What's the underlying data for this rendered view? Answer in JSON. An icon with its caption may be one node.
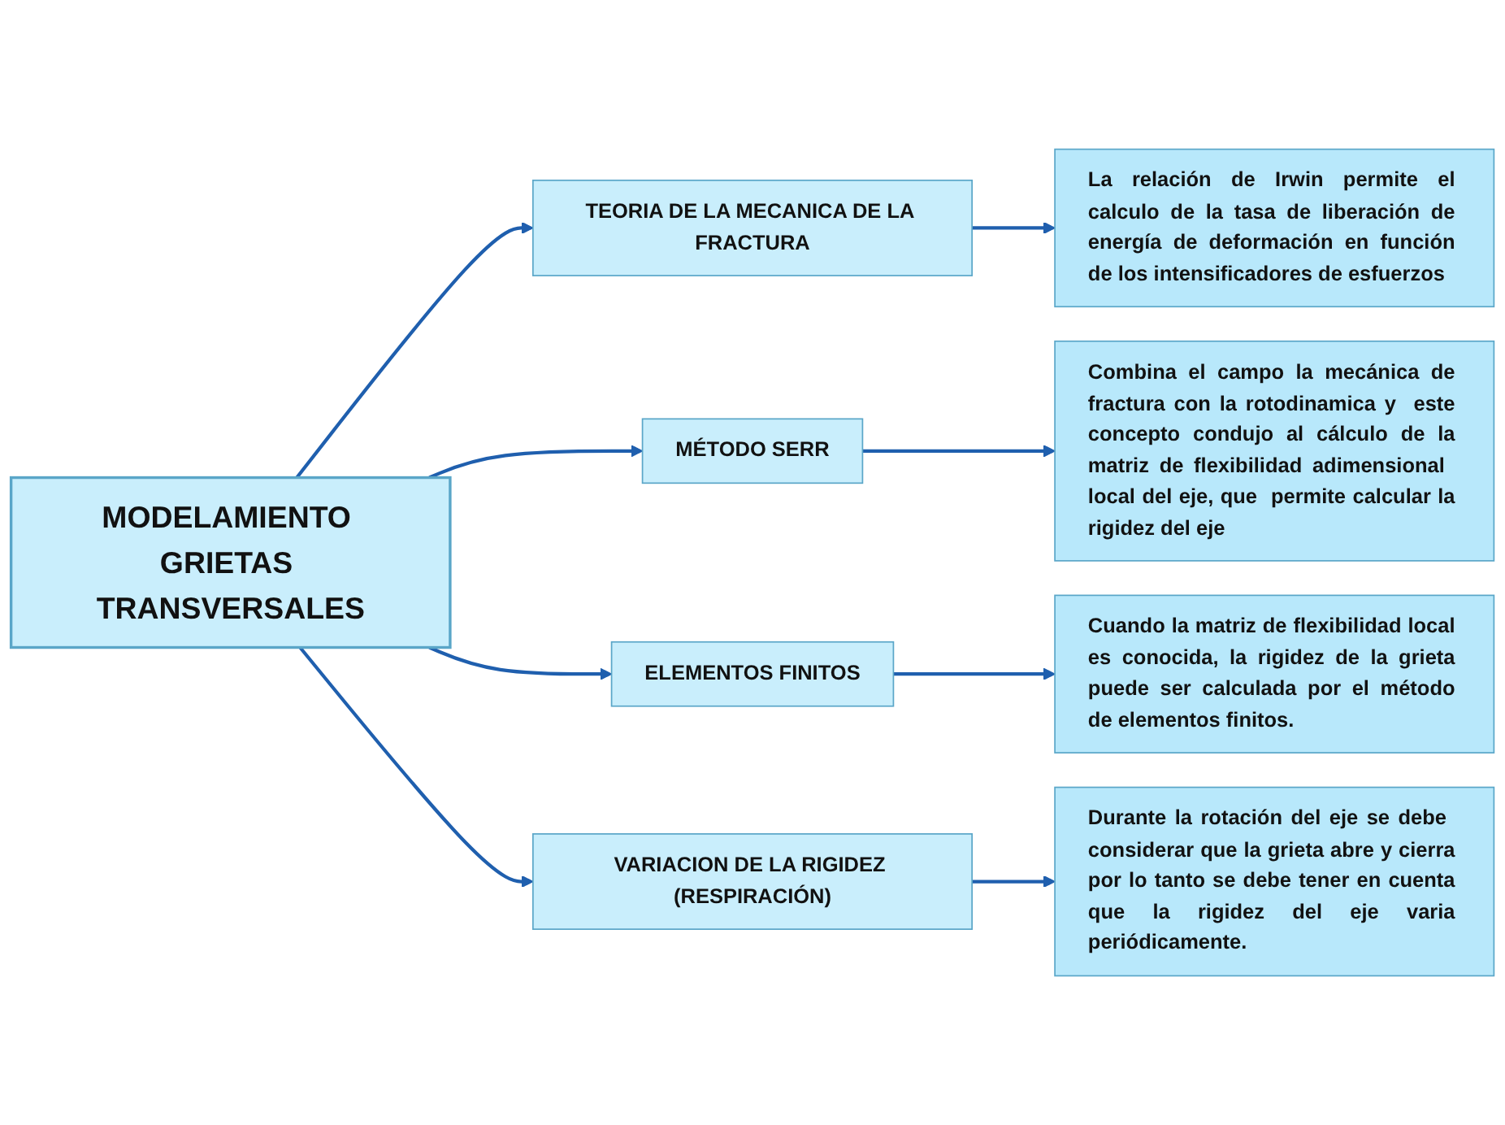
{
  "diagram": {
    "nodes": [
      {
        "text": [
          "MODELAMIENTO GRIETAS TRANSVERSALES"
        ]
      },
      {
        "text": [
          "TEORIA DE LA MECANICA DE LA FRACTURA"
        ]
      },
      {
        "text": [
          "MÉTODO SERR"
        ]
      },
      {
        "text": [
          "ELEMENTOS FINITOS"
        ]
      },
      {
        "text": [
          "VARIACION DE LA RIGIDEZ (RESPIRACIÓN)"
        ]
      },
      {
        "text": [
          "La relación de Irwin permite el calculo de la tasa de liberación de energía de deformación en función de los intensificadores de esfuerzos"
        ]
      },
      {
        "text": [
          "Combina el campo la mecánica de fractura con la rotodinamica y  este concepto condujo al cálculo de la matriz de flexibilidad adimensional  local del eje, que  permite calcular la rigidez del eje"
        ]
      },
      {
        "text": [
          "Cuando la matriz de flexibilidad local es conocida, la rigidez de la grieta puede ser calculada por el método de elementos finitos."
        ]
      },
      {
        "text": [
          "Durante la rotación del eje se debe  considerar que la grieta abre y cierra por lo tanto se debe tener en cuenta que la rigidez del eje varia periódicamente."
        ]
      }
    ],
    "edges": [
      {
        "from": 0,
        "to": 1,
        "arrow": "to"
      },
      {
        "from": 0,
        "to": 2,
        "arrow": "to"
      },
      {
        "from": 0,
        "to": 3,
        "arrow": "to"
      },
      {
        "from": 0,
        "to": 4,
        "arrow": "to"
      },
      {
        "from": 1,
        "to": 5,
        "arrow": "to"
      },
      {
        "from": 2,
        "to": 6,
        "arrow": "to"
      },
      {
        "from": 3,
        "to": 7,
        "arrow": "to"
      },
      {
        "from": 4,
        "to": 8,
        "arrow": "to"
      }
    ]
  }
}
